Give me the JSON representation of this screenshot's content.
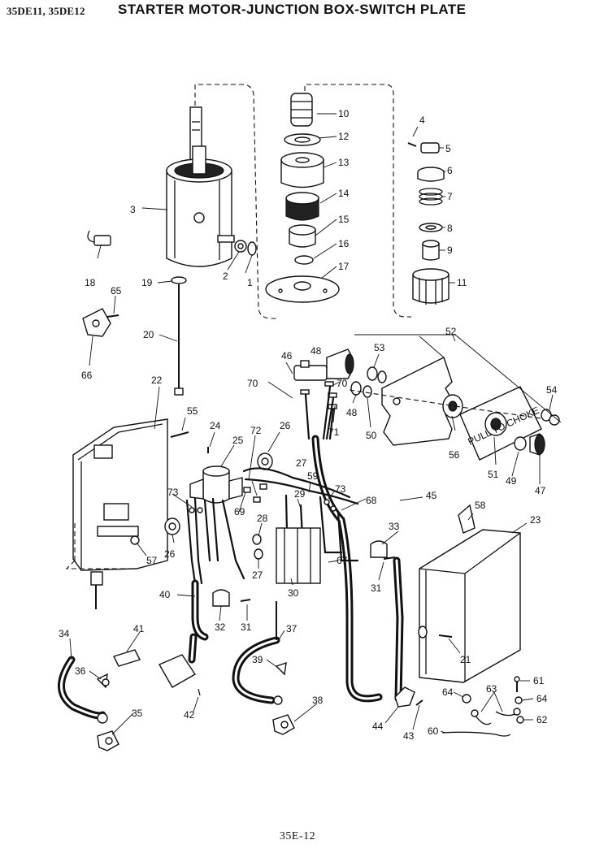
{
  "header": {
    "models": "35DE11, 35DE12",
    "title": "STARTER MOTOR-JUNCTION BOX-SWITCH PLATE"
  },
  "footer": {
    "page": "35E-12"
  },
  "callouts": [
    "1",
    "2",
    "3",
    "4",
    "5",
    "6",
    "7",
    "8",
    "9",
    "10",
    "11",
    "12",
    "13",
    "14",
    "15",
    "16",
    "17",
    "18",
    "19",
    "20",
    "21",
    "22",
    "23",
    "24",
    "25",
    "26",
    "26",
    "27",
    "27",
    "28",
    "29",
    "30",
    "31",
    "31",
    "32",
    "33",
    "34",
    "35",
    "36",
    "37",
    "38",
    "39",
    "40",
    "41",
    "42",
    "43",
    "44",
    "45",
    "46",
    "47",
    "48",
    "48",
    "49",
    "50",
    "51",
    "52",
    "53",
    "54",
    "55",
    "56",
    "57",
    "58",
    "59",
    "60",
    "61",
    "62",
    "63",
    "64",
    "64",
    "65",
    "66",
    "67",
    "68",
    "69",
    "70",
    "70",
    "71",
    "72",
    "73",
    "73"
  ],
  "panel_text": {
    "pull_to_choke": "PULL TO CHOKE"
  }
}
